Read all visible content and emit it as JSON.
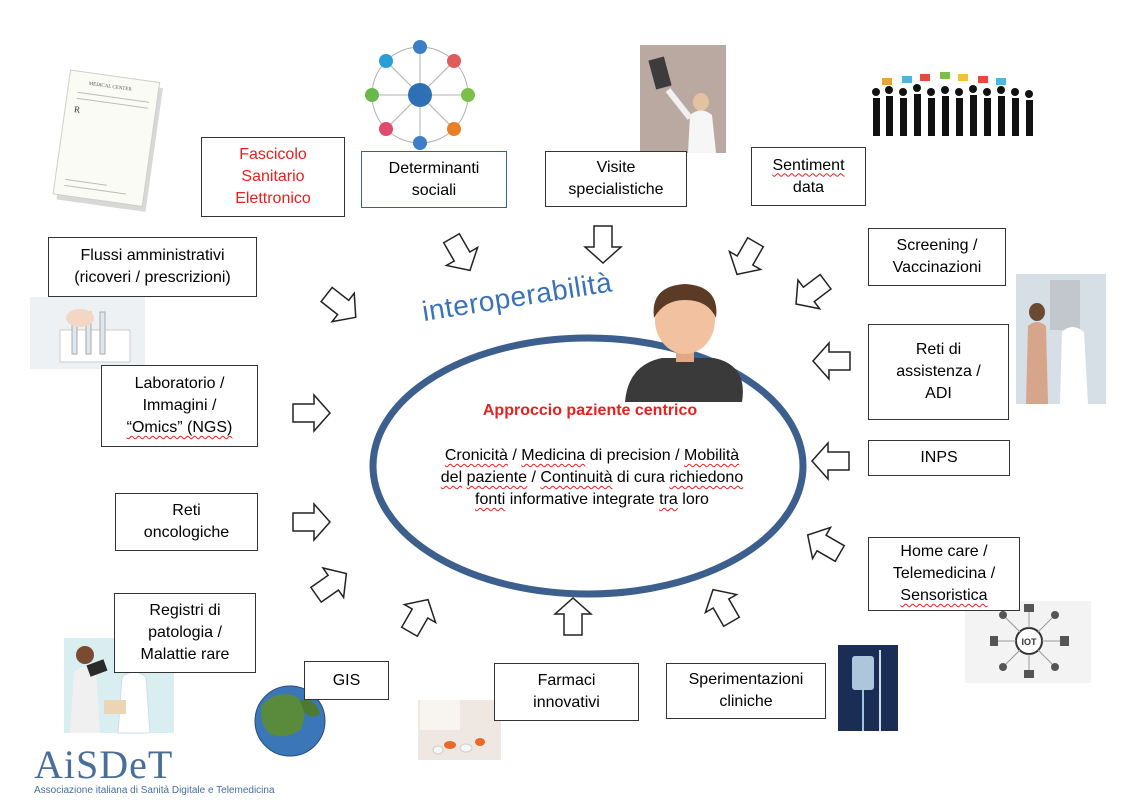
{
  "interoperability_label": "interoperabilità",
  "center": {
    "title": "Approccio paziente centrico",
    "text": "Cronicità / Medicina di precision / Mobilità del paziente / Continuità di cura richiedono fonti informative integrate tra loro"
  },
  "boxes": {
    "fascicolo": [
      "Fascicolo",
      "Sanitario",
      "Elettronico"
    ],
    "determinanti": [
      "Determinanti",
      "sociali"
    ],
    "visite": [
      "Visite",
      "specialistiche"
    ],
    "sentiment": [
      "Sentiment",
      "data"
    ],
    "flussi": [
      "Flussi amministrativi",
      "(ricoveri / prescrizioni)"
    ],
    "screening": [
      "Screening /",
      "Vaccinazioni"
    ],
    "reti_assistenza": [
      "Reti di",
      "assistenza /",
      "ADI"
    ],
    "laboratorio": [
      "Laboratorio /",
      "Immagini /",
      "“Omics” (NGS)"
    ],
    "inps": [
      "INPS"
    ],
    "reti_onco": [
      "Reti",
      "oncologiche"
    ],
    "home_care": [
      "Home care /",
      "Telemedicina /",
      "Sensoristica"
    ],
    "registri": [
      "Registri di",
      "patologia /",
      "Malattie rare"
    ],
    "gis": [
      "GIS"
    ],
    "farmaci": [
      "Farmaci",
      "innovativi"
    ],
    "sperimentazioni": [
      "Sperimentazioni",
      "cliniche"
    ]
  },
  "image_text": {
    "prescription_header": "MEDICAL CENTER",
    "prescription_rx": "R",
    "iot_label": "IOT"
  },
  "logo": {
    "name": "AiSDeT",
    "subtitle": "Associazione italiana di Sanità Digitale e Telemedicina"
  },
  "colors": {
    "ellipse": "#3c5f8e",
    "interoperability": "#3a72b8",
    "highlight": "#e8201e",
    "logo": "#4a6e9a"
  }
}
